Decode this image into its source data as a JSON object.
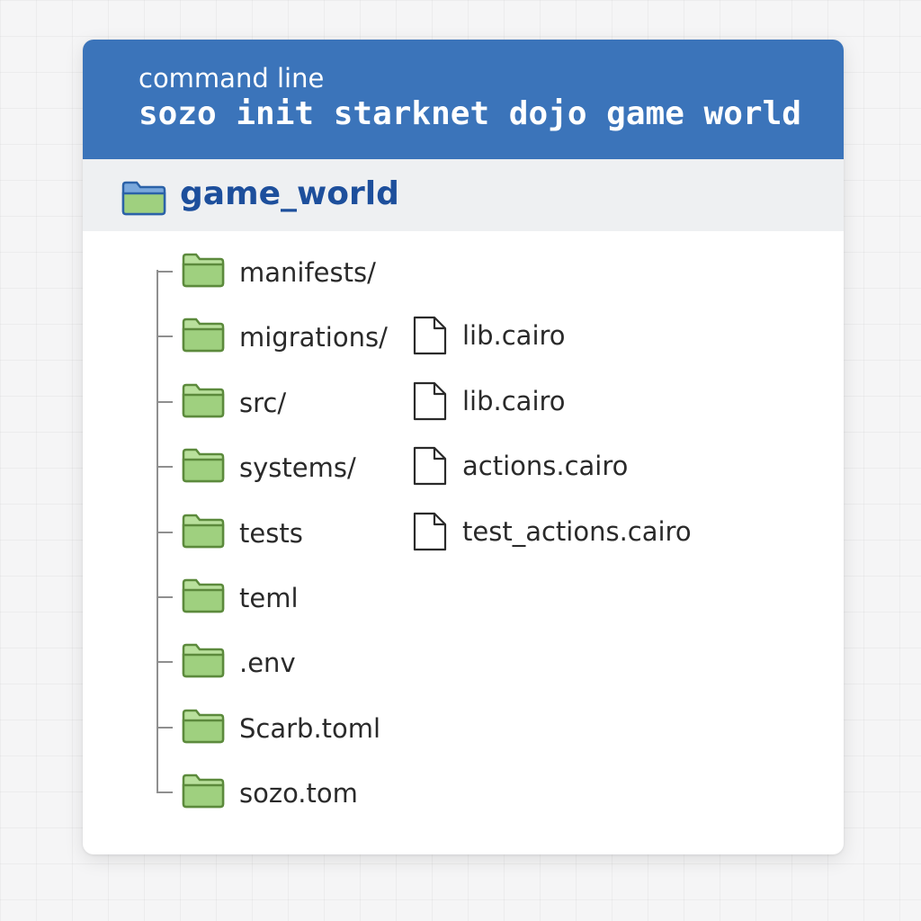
{
  "header": {
    "label": "command line",
    "command": "sozo init starknet dojo game world"
  },
  "root": {
    "name": "game_world",
    "icon": "folder-icon"
  },
  "tree": {
    "folders": [
      {
        "name": "manifests/",
        "icon": "folder-icon"
      },
      {
        "name": "migrations/",
        "icon": "folder-icon"
      },
      {
        "name": "src/",
        "icon": "folder-icon"
      },
      {
        "name": "systems/",
        "icon": "folder-icon"
      },
      {
        "name": "tests",
        "icon": "folder-icon"
      },
      {
        "name": "teml",
        "icon": "folder-icon"
      },
      {
        "name": ".env",
        "icon": "folder-icon"
      },
      {
        "name": "Scarb.toml",
        "icon": "folder-icon"
      },
      {
        "name": "sozo.tom",
        "icon": "folder-icon"
      }
    ],
    "files": [
      {
        "name": "lib.cairo",
        "icon": "file-icon"
      },
      {
        "name": "lib.cairo",
        "icon": "file-icon"
      },
      {
        "name": "actions.cairo",
        "icon": "file-icon"
      },
      {
        "name": "test_actions.cairo",
        "icon": "file-icon"
      }
    ]
  },
  "colors": {
    "header_bg": "#3b74ba",
    "root_text": "#1d4f9c",
    "folder_fill": "#9fd07f",
    "folder_stroke": "#5c8a3c"
  }
}
